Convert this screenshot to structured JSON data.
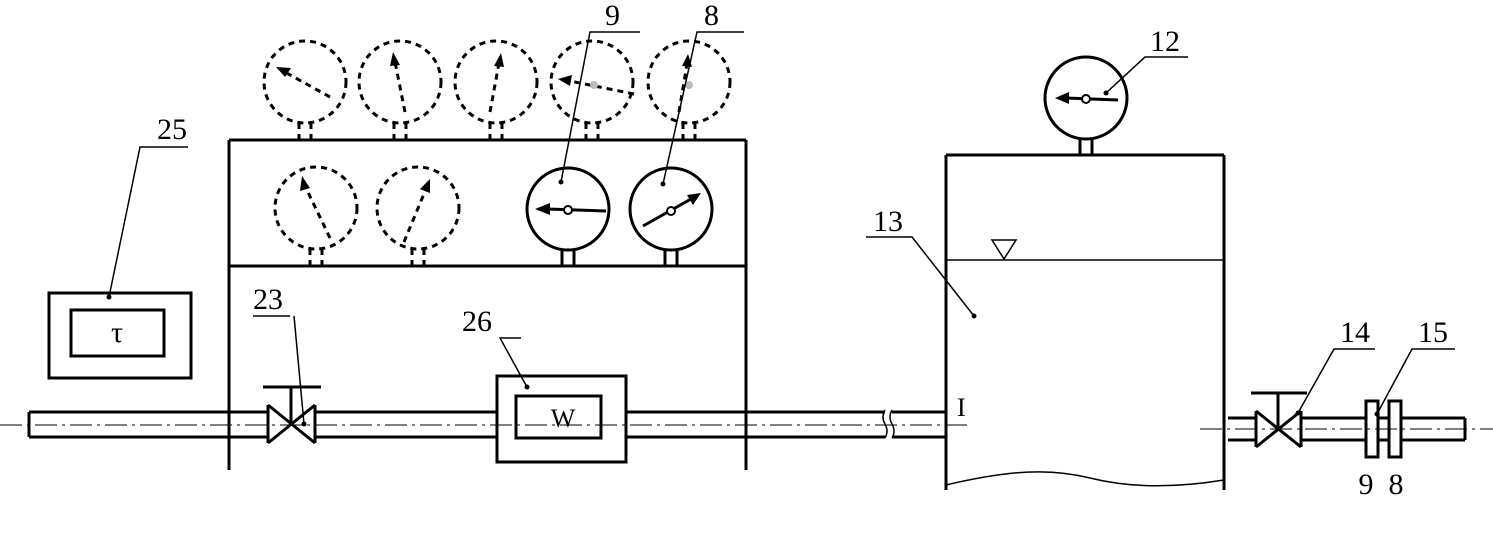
{
  "labels": {
    "l25": "25",
    "l23": "23",
    "l26": "26",
    "l9": "9",
    "l8": "8",
    "l13": "13",
    "l12": "12",
    "l14": "14",
    "l15": "15",
    "flange9": "9",
    "flange8": "8"
  },
  "instruments": {
    "timer_symbol": "τ",
    "wattmeter_symbol": "W"
  },
  "marks": {
    "section": "I"
  }
}
